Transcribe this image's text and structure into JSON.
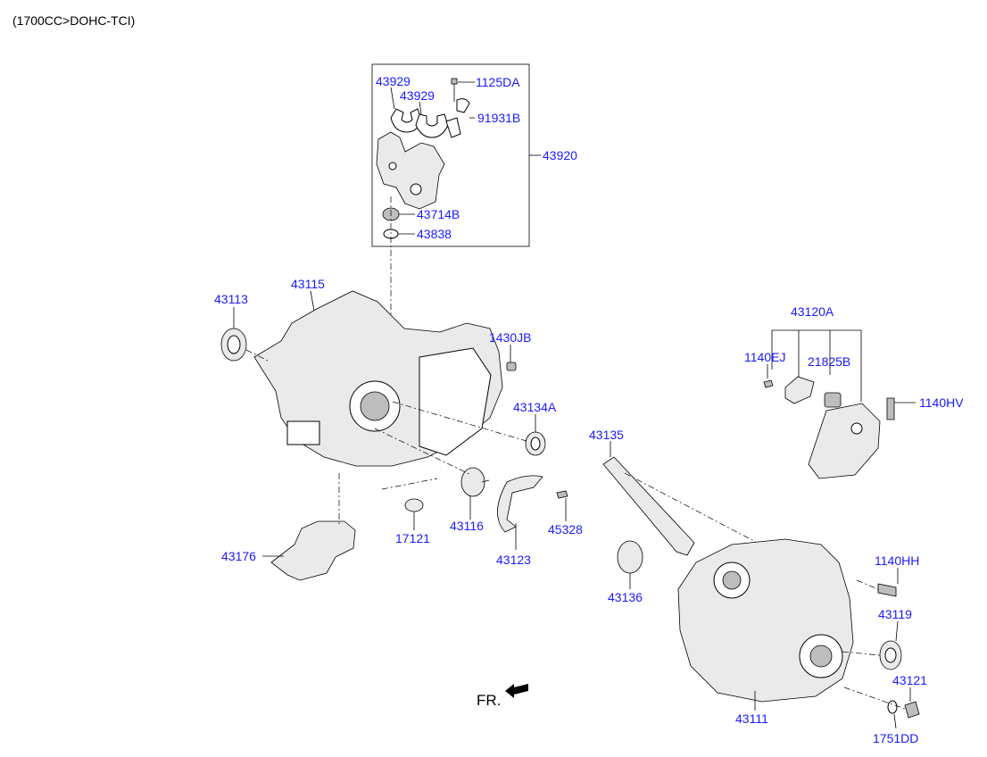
{
  "header": {
    "engine_spec": "(1700CC>DOHC-TCI)"
  },
  "labels": {
    "p43929a": "43929",
    "p43929b": "43929",
    "p1125DA": "1125DA",
    "p91931B": "91931B",
    "p43920": "43920",
    "p43714B": "43714B",
    "p43838": "43838",
    "p43113": "43113",
    "p43115": "43115",
    "p1430JB": "1430JB",
    "p43134A": "43134A",
    "p43120A": "43120A",
    "p1140EJ": "1140EJ",
    "p21825B": "21825B",
    "p1140HV": "1140HV",
    "p43135": "43135",
    "p17121": "17121",
    "p43116": "43116",
    "p45328": "45328",
    "p43176": "43176",
    "p43123": "43123",
    "p43136": "43136",
    "p1140HH": "1140HH",
    "p43119": "43119",
    "p43121": "43121",
    "p43111": "43111",
    "p1751DD": "1751DD"
  },
  "orientation": {
    "front_label": "FR."
  },
  "colors": {
    "callout": "#1a1aff",
    "line": "#000000"
  }
}
